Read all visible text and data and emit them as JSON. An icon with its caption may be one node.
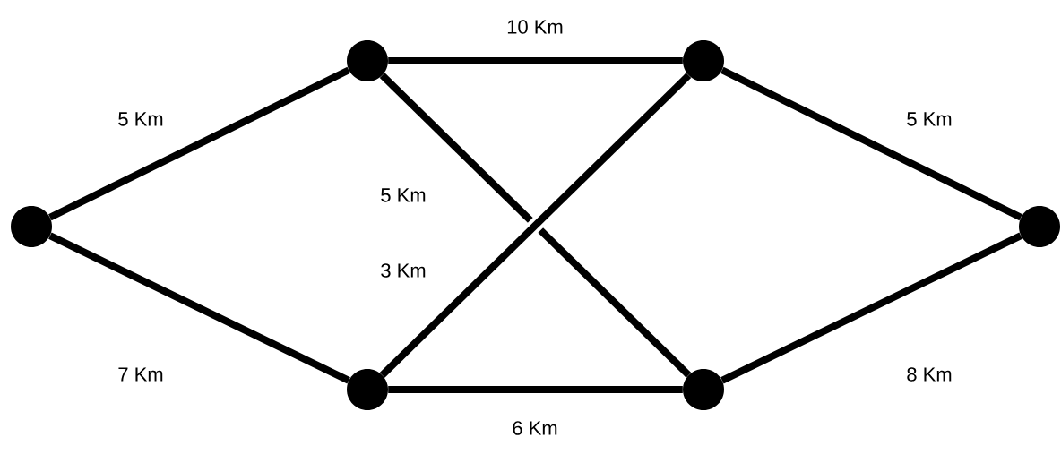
{
  "diagram": {
    "nodes": [
      {
        "text": [],
        "shape": "circle"
      },
      {
        "text": [],
        "shape": "circle"
      },
      {
        "text": [],
        "shape": "circle"
      },
      {
        "text": [],
        "shape": "circle"
      },
      {
        "text": [],
        "shape": "circle"
      },
      {
        "text": [],
        "shape": "circle"
      }
    ],
    "edges": [
      {
        "from": 0,
        "to": 1,
        "arrow": "none",
        "label": "5 Km"
      },
      {
        "from": 0,
        "to": 2,
        "arrow": "none",
        "label": "7 Km"
      },
      {
        "from": 1,
        "to": 3,
        "arrow": "none",
        "label": "10 Km"
      },
      {
        "from": 1,
        "to": 4,
        "arrow": "none",
        "label": "5 Km"
      },
      {
        "from": 2,
        "to": 3,
        "arrow": "none",
        "label": "3 Km"
      },
      {
        "from": 2,
        "to": 4,
        "arrow": "none",
        "label": "6 Km"
      },
      {
        "from": 3,
        "to": 5,
        "arrow": "none",
        "label": "5 Km"
      },
      {
        "from": 4,
        "to": 5,
        "arrow": "none",
        "label": "8 Km"
      }
    ]
  }
}
